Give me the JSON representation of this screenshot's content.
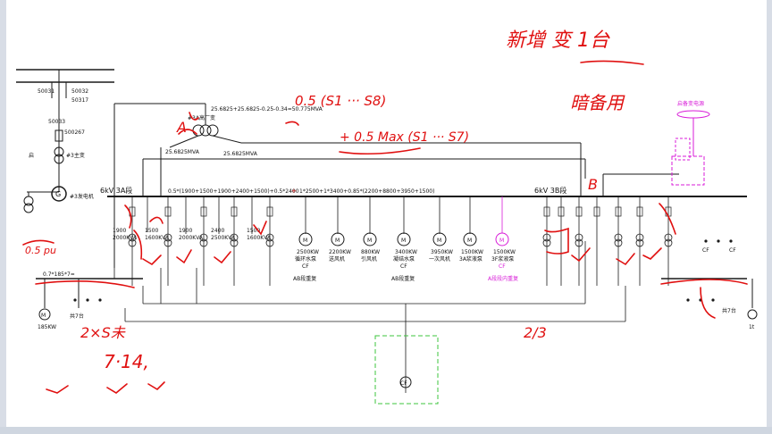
{
  "diagram": {
    "bus_a_label": "6kV 3A段",
    "bus_b_label": "6kV 3B段",
    "formula_top": "25.6825+25.6825-0.25-0.34=50.775MVA",
    "transformer_label_right": "25.6825MVA",
    "transformer_label_left": "25.6825MVA",
    "formula_bus_a": "0.5*(1900+1500+1900+2400+1500)+0.5*2400",
    "formula_bus_mid": "1*2500+1*3400+0.85*(2200+8800+3950+1500)",
    "upstream_labels": [
      "50031",
      "50032",
      "50033",
      "50317",
      "500267"
    ],
    "transformer_small": "#3主变",
    "generator_label": "#3发电机",
    "external_source": "启备变电源",
    "left_loads": [
      {
        "rating": "1900",
        "kva": "2000KVA"
      },
      {
        "rating": "1500",
        "kva": "1600KVA"
      },
      {
        "rating": "1900",
        "kva": "2000KVA"
      },
      {
        "rating": "2400",
        "kva": "2500KVA"
      },
      {
        "rating": "1500",
        "kva": "1600KVA"
      }
    ],
    "motors": [
      {
        "kw": "2500KW",
        "name": "循环水泵",
        "note": "CF",
        "note2": "AB段重复"
      },
      {
        "kw": "2200KW",
        "name": "送风机",
        "note": "",
        "note2": ""
      },
      {
        "kw": "880KW",
        "name": "引风机",
        "note": "",
        "note2": ""
      },
      {
        "kw": "3400KW",
        "name": "凝结水泵",
        "note": "CF",
        "note2": "AB段重复"
      },
      {
        "kw": "3950KW",
        "name": "一次风机",
        "note": "",
        "note2": ""
      },
      {
        "kw": "1500KW",
        "name": "3A浆液泵",
        "note": "",
        "note2": ""
      },
      {
        "kw": "1500KW",
        "name": "3F浆液泵",
        "note": "CF",
        "note2": "A段段内重复"
      }
    ],
    "bottom_left_formula": "0.7*185*7=",
    "bottom_left_motor": "185KW",
    "bottom_left_count": "共7台",
    "right_count": "共7台",
    "right_cf_labels": [
      "CF",
      "CF"
    ],
    "right_far_label": "1t",
    "bottom_cf": "CF"
  },
  "annotations": {
    "top_title": "新增 变 1台",
    "top_right_note": "暗备用",
    "sum_line1": "0.5 (S1 ··· S8)",
    "sum_line2": "+ 0.5 Max (S1 ··· S7)",
    "point_a": "A",
    "point_b": "B",
    "left_note": "2×S未",
    "left_note2": "7·14,",
    "left_small": "0.5 pu",
    "fraction": "2/3"
  },
  "colors": {
    "line": "#1a1a1a",
    "magenta": "#d81bd8",
    "red_ink": "#e01010",
    "green_dash": "#3cc43c"
  }
}
